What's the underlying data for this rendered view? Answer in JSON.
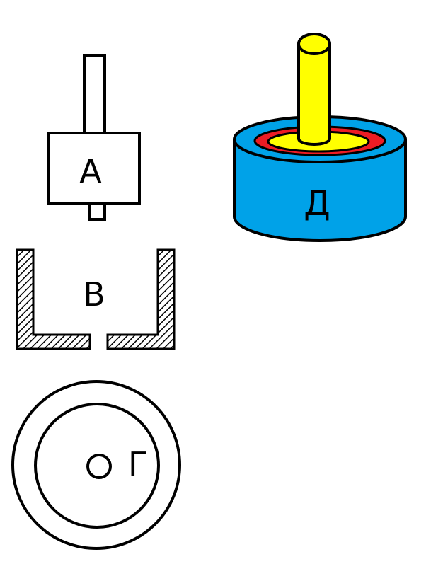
{
  "figures": {
    "a": {
      "label": "А"
    },
    "v": {
      "label": "В"
    },
    "g": {
      "label": "Г"
    },
    "d": {
      "label": "Д"
    }
  },
  "colors": {
    "outline": "#000000",
    "background": "#ffffff",
    "cylinder_body": "#00a2e8",
    "ring": "#ed1c24",
    "rod": "#ffff00"
  }
}
